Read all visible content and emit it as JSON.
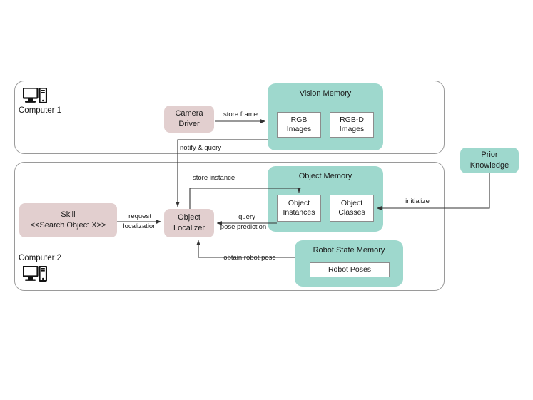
{
  "diagram": {
    "title_present": false,
    "colors": {
      "memory_fill": "#9ed8cd",
      "process_fill": "#e2cfcf",
      "container_stroke": "#9a9a9a",
      "edge_stroke": "#333333",
      "inner_fill": "#ffffff",
      "text": "#1a1a1a"
    }
  },
  "containers": [
    {
      "id": "computer1",
      "label": "Computer 1",
      "icon": "desktop-computer-icon"
    },
    {
      "id": "computer2",
      "label": "Computer 2",
      "icon": "desktop-computer-icon"
    }
  ],
  "nodes": {
    "camera_driver": {
      "line1": "Camera",
      "line2": "Driver"
    },
    "vision_memory": {
      "title": "Vision Memory",
      "items": [
        {
          "line1": "RGB",
          "line2": "Images"
        },
        {
          "line1": "RGB-D",
          "line2": "Images"
        }
      ]
    },
    "object_memory": {
      "title": "Object Memory",
      "items": [
        {
          "line1": "Object",
          "line2": "Instances"
        },
        {
          "line1": "Object",
          "line2": "Classes"
        }
      ]
    },
    "robot_state_memory": {
      "title": "Robot State Memory",
      "items": [
        {
          "line1": "Robot Poses",
          "line2": ""
        }
      ]
    },
    "skill": {
      "line1": "Skill",
      "line2": "<<Search Object X>>"
    },
    "object_localizer": {
      "line1": "Object",
      "line2": "Localizer"
    },
    "prior_knowledge": {
      "line1": "Prior",
      "line2": "Knowledge"
    }
  },
  "edges": [
    {
      "id": "store-frame",
      "label": "store frame",
      "from": "camera_driver",
      "to": "vision_memory"
    },
    {
      "id": "notify-query",
      "label": "notify & query",
      "from": "vision_memory",
      "to": "object_localizer"
    },
    {
      "id": "store-instance",
      "label": "store instance",
      "from": "object_localizer",
      "to": "object_instances"
    },
    {
      "id": "query-pose-prediction",
      "label_line1": "query",
      "label_line2": "pose prediction",
      "from": "object_memory",
      "to": "object_localizer"
    },
    {
      "id": "request-localization",
      "label_line1": "request",
      "label_line2": "localization",
      "from": "skill",
      "to": "object_localizer"
    },
    {
      "id": "obtain-robot-pose",
      "label": "obtain robot pose",
      "from": "robot_state_memory",
      "to": "object_localizer"
    },
    {
      "id": "initialize",
      "label": "initialize",
      "from": "prior_knowledge",
      "to": "object_classes"
    }
  ]
}
